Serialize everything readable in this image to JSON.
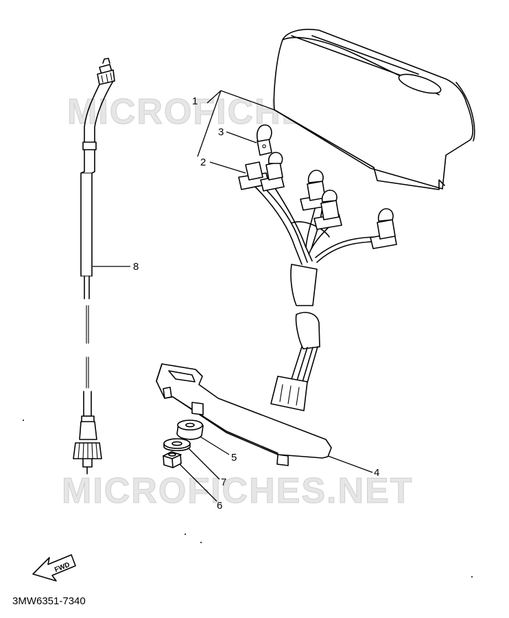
{
  "watermarks": [
    "MICROFICHES.NET",
    "MICROFICHES.NET"
  ],
  "diagram_code": "3MW6351-7340",
  "fwd_label": "FWD",
  "callouts": [
    {
      "id": "1",
      "label": "1"
    },
    {
      "id": "2",
      "label": "2"
    },
    {
      "id": "3",
      "label": "3"
    },
    {
      "id": "4",
      "label": "4"
    },
    {
      "id": "5",
      "label": "5"
    },
    {
      "id": "6",
      "label": "6"
    },
    {
      "id": "7",
      "label": "7"
    },
    {
      "id": "8",
      "label": "8"
    }
  ]
}
